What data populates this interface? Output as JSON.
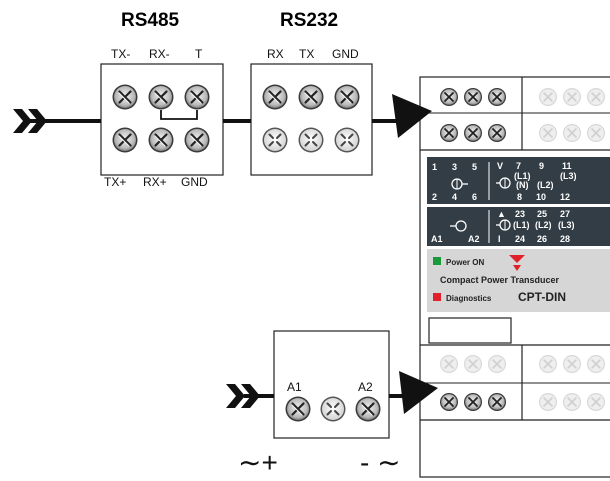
{
  "rs485": {
    "title": "RS485",
    "top_labels": [
      "TX-",
      "RX-",
      "T"
    ],
    "bottom_labels": [
      "TX+",
      "RX+",
      "GND"
    ]
  },
  "rs232": {
    "title": "RS232",
    "top_labels": [
      "RX",
      "TX",
      "GND"
    ]
  },
  "device": {
    "upper_terminals": {
      "row1": [
        "1",
        "3",
        "5"
      ],
      "row2": [
        "2",
        "4",
        "6"
      ],
      "col2_top": [
        "V",
        "7",
        "9",
        "11"
      ],
      "col2_mid": [
        "(L1)",
        "(N)",
        "(L2)",
        "(L3)"
      ],
      "col2_bottom": [
        "8",
        "10",
        "12"
      ]
    },
    "lower_terminals": {
      "a_labels": [
        "A1",
        "A2"
      ],
      "top": [
        "▲",
        "23",
        "25",
        "27"
      ],
      "mid": [
        "(L1)",
        "(L2)",
        "(L3)"
      ],
      "bottom": [
        "I",
        "24",
        "26",
        "28"
      ]
    },
    "power_on": "Power ON",
    "subtitle": "Compact Power Transducer",
    "diagnostics": "Diagnostics",
    "model": "CPT-DIN",
    "colors": {
      "power_on": "#1a9a3a",
      "diagnostics": "#e0202a",
      "warning": "#e0202a",
      "panel": "#333d45"
    }
  },
  "power": {
    "a1": "A1",
    "a2": "A2",
    "plus_sign": "∼+",
    "minus_sign": "- ∼"
  }
}
